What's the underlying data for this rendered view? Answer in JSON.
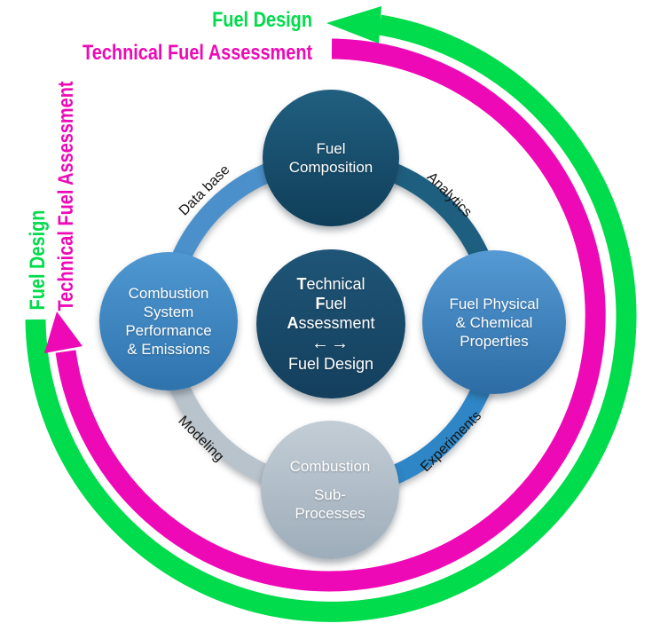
{
  "outer_arrows": {
    "fuel_design": {
      "label": "Fuel Design",
      "color": "#00DC4B",
      "direction": "counterclockwise, arrowhead at top pointing left"
    },
    "technical_fuel_assessment": {
      "label": "Technical Fuel Assessment",
      "color": "#EE09B6",
      "direction": "clockwise, arrowhead at left pointing up"
    }
  },
  "ring": {
    "labels": {
      "top_left": "Data base",
      "top_right": "Analytics",
      "bottom_right": "Experiments",
      "bottom_left": "Modeling"
    },
    "segment_colors": {
      "top_left": "#4B90CA",
      "top_right": "#1E5F80",
      "bottom_right": "#2E86C6",
      "bottom_left": "#B9C3CC"
    }
  },
  "circles": {
    "top": {
      "lines": [
        "Fuel",
        "Composition"
      ],
      "color_top": "#215F80",
      "color_bottom": "#0F3E59"
    },
    "right": {
      "lines": [
        "Fuel Physical",
        "& Chemical",
        "Properties"
      ],
      "color_top": "#559AD4",
      "color_bottom": "#2D6CA5"
    },
    "bottom": {
      "lines": [
        "Combustion",
        "Sub-",
        "Processes"
      ],
      "color_top": "#C3CDD5",
      "color_bottom": "#9EADBB"
    },
    "left": {
      "lines": [
        "Combustion",
        "System",
        "Performance",
        "& Emissions"
      ],
      "color_top": "#4F98D2",
      "color_bottom": "#2F73AD"
    },
    "center": {
      "lines": [
        {
          "bold": "T",
          "rest": "echnical"
        },
        {
          "bold": "F",
          "rest": "uel"
        },
        {
          "bold": "A",
          "rest": "ssessment"
        }
      ],
      "arrows": "←→",
      "last_line": "Fuel Design",
      "color_top": "#1F5577",
      "color_bottom": "#143F5D"
    }
  }
}
